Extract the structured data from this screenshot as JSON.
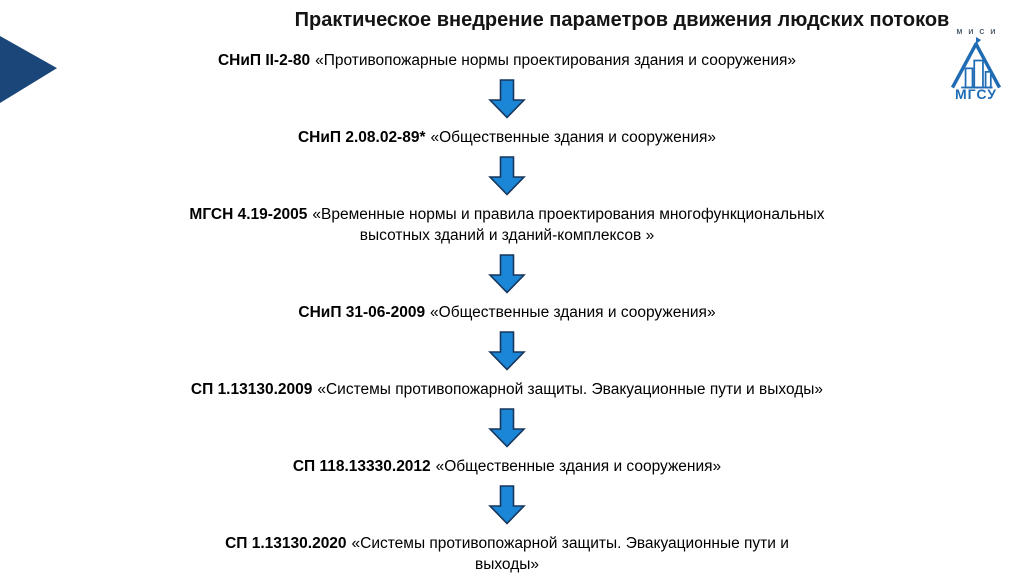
{
  "slide": {
    "title": "Практическое внедрение параметров движения людских потоков"
  },
  "logo": {
    "misi": "МИСИ",
    "mgsu": "МГСУ"
  },
  "flow": {
    "steps": [
      {
        "code": "СНиП II-2-80",
        "desc": "«Противопожарные нормы проектирования здания и сооружения»"
      },
      {
        "code": "СНиП 2.08.02-89*",
        "desc": "«Общественные здания и сооружения»"
      },
      {
        "code": "МГСН 4.19-2005",
        "desc": "«Временные нормы и правила проектирования многофункциональных\nвысотных зданий и зданий-комплексов »"
      },
      {
        "code": "СНиП 31-06-2009",
        "desc": "«Общественные здания и сооружения»"
      },
      {
        "code": "СП 1.13130.2009",
        "desc": "«Системы противопожарной защиты. Эвакуационные пути и выходы»"
      },
      {
        "code": "СП 118.13330.2012",
        "desc": "«Общественные здания и сооружения»"
      },
      {
        "code": "СП 1.13130.2020",
        "desc": "«Системы противопожарной защиты. Эвакуационные пути и\nвыходы»"
      }
    ]
  },
  "colors": {
    "accent_navy": "#1B4679",
    "arrow_fill": "#1B86D6",
    "arrow_stroke": "#16365C",
    "logo_blue": "#1F6CB5",
    "misi_color": "#4D5A6A",
    "title_color": "#141414",
    "text_color": "#000000"
  }
}
